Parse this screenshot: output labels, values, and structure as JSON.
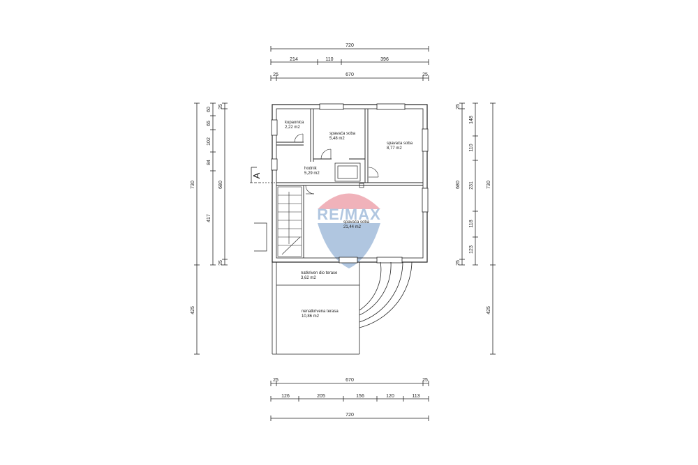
{
  "dims_top": {
    "overall": "720",
    "segments": [
      "214",
      "110",
      "396"
    ],
    "wall_left": "25",
    "inner": "670",
    "wall_right": "25"
  },
  "dims_bottom": {
    "wall_left": "25",
    "inner": "670",
    "wall_right": "25",
    "segments": [
      "126",
      "205",
      "156",
      "120",
      "113"
    ],
    "overall": "720"
  },
  "dims_left": {
    "overall": "730",
    "inner": "680",
    "segments": [
      "60",
      "65",
      "102",
      "84",
      "417"
    ],
    "wall_top": "25",
    "wall_bottom": "25",
    "terrace": "425"
  },
  "dims_right": {
    "overall": "730",
    "inner": "680",
    "segments": [
      "148",
      "110",
      "231",
      "118",
      "123"
    ],
    "wall_top": "25",
    "wall_bottom": "25",
    "terrace": "425"
  },
  "rooms": {
    "bathroom": {
      "name": "kupaonica",
      "area": "2,22 m2"
    },
    "bedroom_small": {
      "name": "spavaća soba",
      "area": "5,48 m2"
    },
    "bedroom_right": {
      "name": "spavaća soba",
      "area": "8,77 m2"
    },
    "hallway": {
      "name": "hodnik",
      "area": "5,29 m2"
    },
    "bedroom_large": {
      "name": "spavaća soba",
      "area": "21,44 m2"
    },
    "terrace_covered": {
      "name": "natkriven dio terase",
      "area": "3,62 m2"
    },
    "terrace_open": {
      "name": "nenatkrivena terasa",
      "area": "10,86 m2"
    }
  },
  "section_marker": "A",
  "watermark": "RE/MAX",
  "colors": {
    "line": "#222222",
    "watermark_red": "#d7263d",
    "watermark_blue": "#1f5fa8"
  }
}
